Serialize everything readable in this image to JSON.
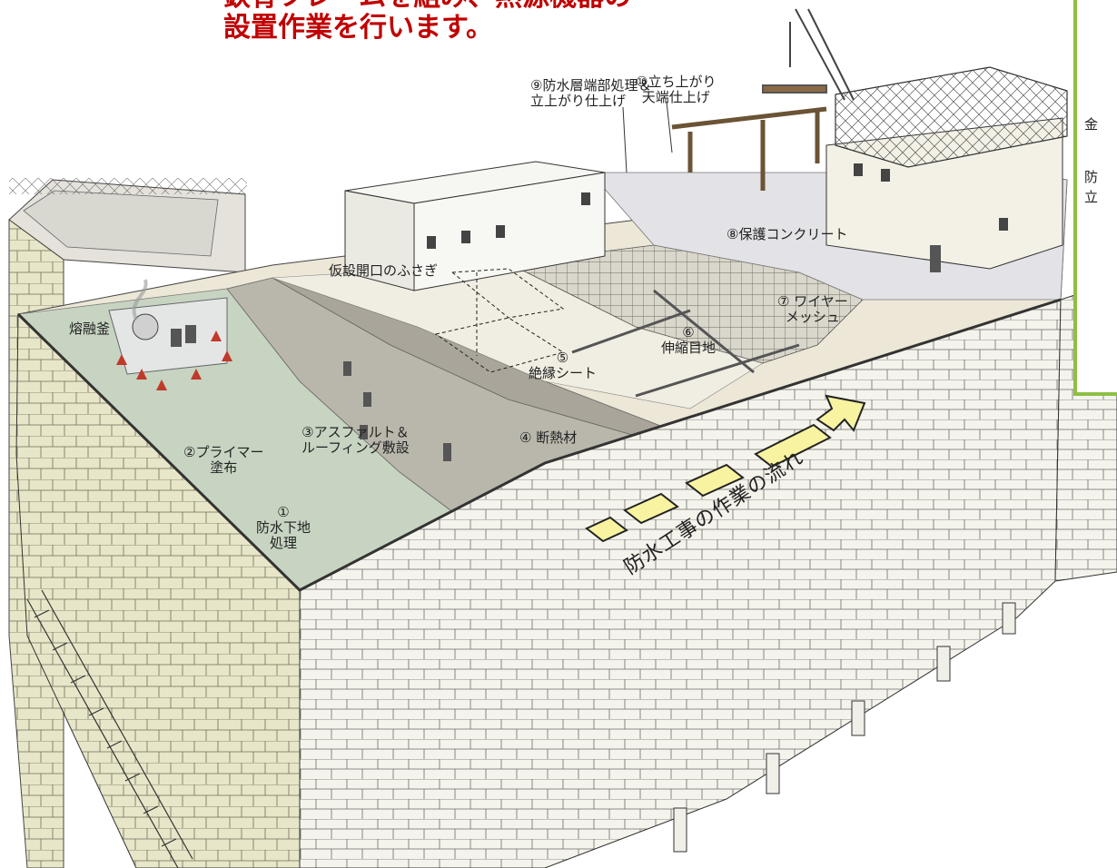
{
  "heading": {
    "line1_cut": "鉄骨フレームを組み、熱源機器の",
    "line2": "設置作業を行います。"
  },
  "labels": {
    "melter": "熔融釜",
    "temp_opening": "仮設開口のふさぎ",
    "step1": "①\n防水下地\n処理",
    "step2": "②プライマー\n塗布",
    "step3": "③アスファルト＆\nルーフィング敷設",
    "step4": "④ 断熱材",
    "step5": "⑤\n絶縁シート",
    "step6": "⑥\n伸縮目地",
    "step7": "⑦ ワイヤー\nメッシュ",
    "step8": "⑧保護コンクリート",
    "step9": "⑨防水層端部処理＆\n立上がり仕上げ",
    "step10": "⑩立ち上がり\n天端仕上げ",
    "flow": "防水工事の作業の流れ"
  },
  "side_panel": {
    "chars": [
      "金",
      "防",
      "立"
    ]
  },
  "colors": {
    "heading": "#c00000",
    "panel_border": "#8dbf45",
    "arrow_fill": "#f7f3a0",
    "roof_green": "#c7d4c2",
    "roof_beige": "#ece7d6",
    "insulation_gray": "#a9a59a",
    "wall_cream": "#f2f0df"
  }
}
